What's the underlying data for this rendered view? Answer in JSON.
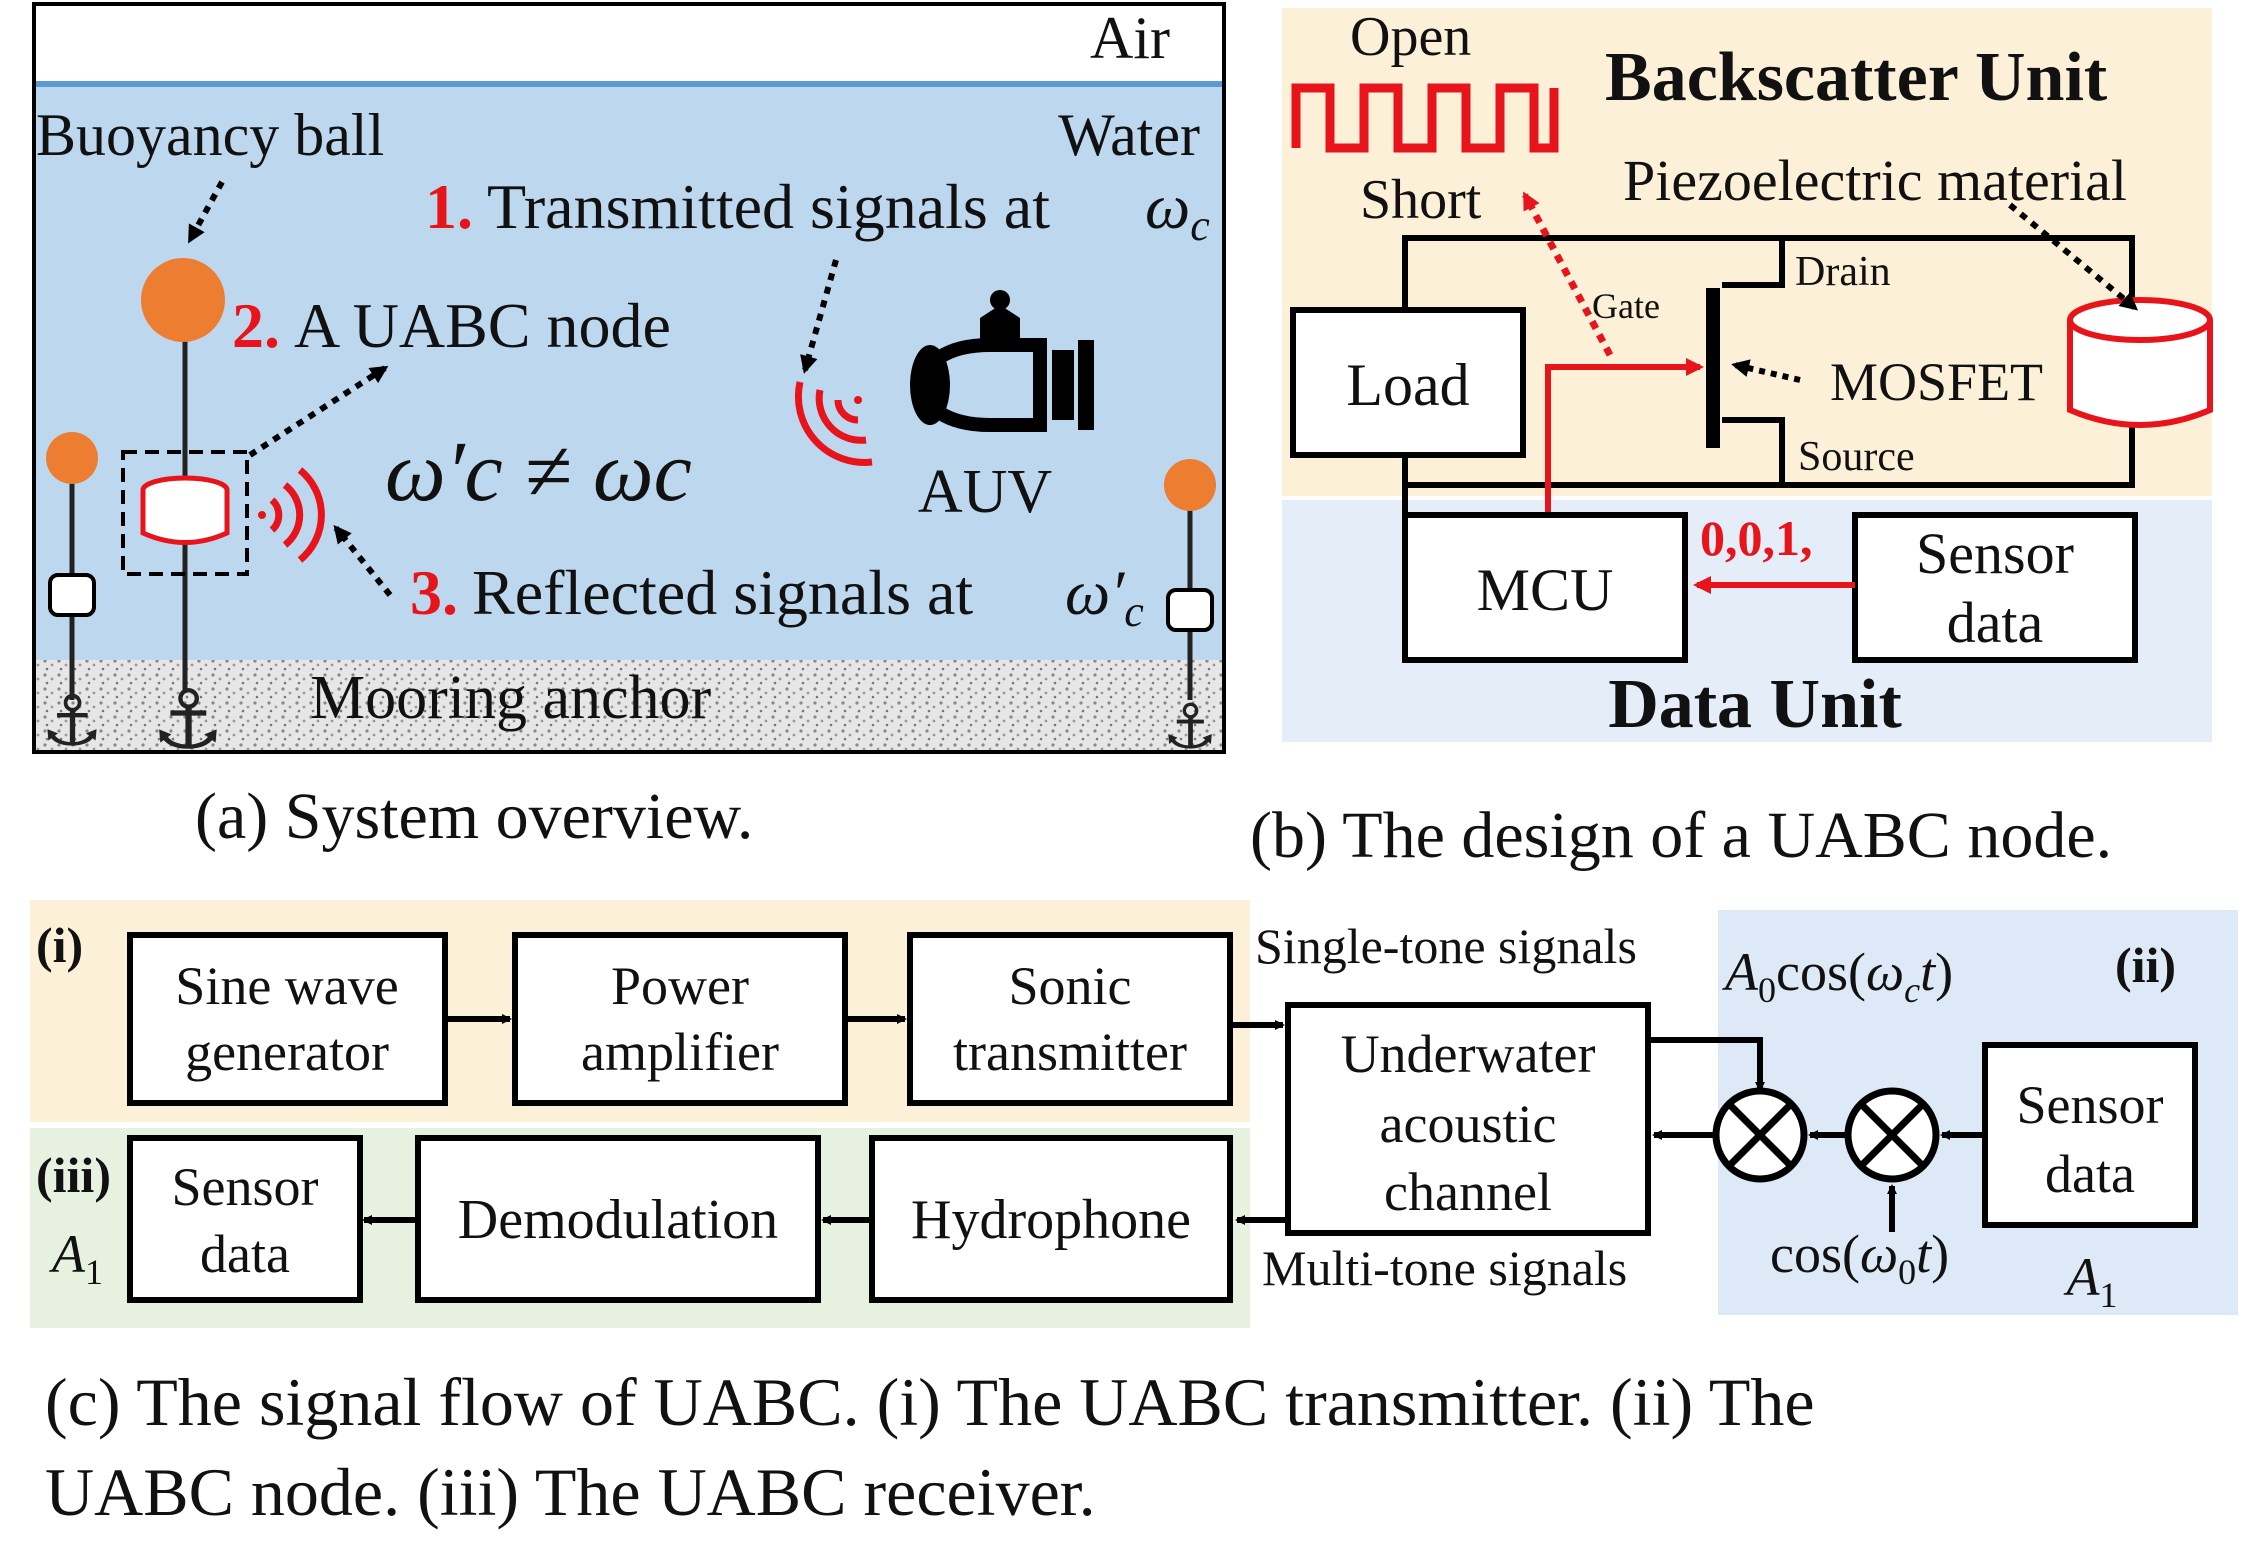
{
  "panel_a": {
    "air": "Air",
    "water": "Water",
    "buoyancy_ball": "Buoyancy ball",
    "step1_num": "1.",
    "step1_text": "Transmitted signals at",
    "step2_num": "2.",
    "step2_text": "A UABC node",
    "step3_num": "3.",
    "step3_text": "Reflected signals at",
    "omega_neq": "ω′c ≠ ωc",
    "auv": "AUV",
    "mooring_anchor": "Mooring anchor",
    "caption": "(a) System overview."
  },
  "panel_b": {
    "open": "Open",
    "short": "Short",
    "backscatter_unit": "Backscatter Unit",
    "piezo": "Piezoelectric material",
    "drain": "Drain",
    "gate": "Gate",
    "source": "Source",
    "mosfet": "MOSFET",
    "load": "Load",
    "mcu": "MCU",
    "bits": "0,0,1,",
    "sensor_data_l1": "Sensor",
    "sensor_data_l2": "data",
    "data_unit": "Data Unit",
    "caption": "(b) The design of a UABC node."
  },
  "panel_c": {
    "label_i": "(i)",
    "label_ii": "(ii)",
    "label_iii": "(iii)",
    "sine_l1": "Sine wave",
    "sine_l2": "generator",
    "amp_l1": "Power",
    "amp_l2": "amplifier",
    "sonic_l1": "Sonic",
    "sonic_l2": "transmitter",
    "single_tone": "Single-tone signals",
    "multi_tone": "Multi-tone signals",
    "chan_l1": "Underwater",
    "chan_l2": "acoustic",
    "chan_l3": "channel",
    "carrier": "A₀cos(ωct)",
    "mod": "cos(ω₀t)",
    "node_sensor_l1": "Sensor",
    "node_sensor_l2": "data",
    "a1_node": "A₁",
    "hydrophone": "Hydrophone",
    "demod": "Demodulation",
    "rx_sensor_l1": "Sensor",
    "rx_sensor_l2": "data",
    "a1_rx": "A₁"
  },
  "caption_c_line1": "(c) The signal flow of UABC. (i) The UABC transmitter. (ii) The",
  "caption_c_line2": "UABC node. (iii) The UABC receiver.",
  "colors": {
    "water": "#bdd7ee",
    "backscatter_bg": "#fdf0d9",
    "data_unit_bg": "#e4edf8",
    "tx_bg": "#fdf0d9",
    "node_bg": "#dde9f6",
    "rx_bg": "#e7f1e0",
    "accent_red": "#e8141b",
    "ball_orange": "#ed7d31"
  }
}
